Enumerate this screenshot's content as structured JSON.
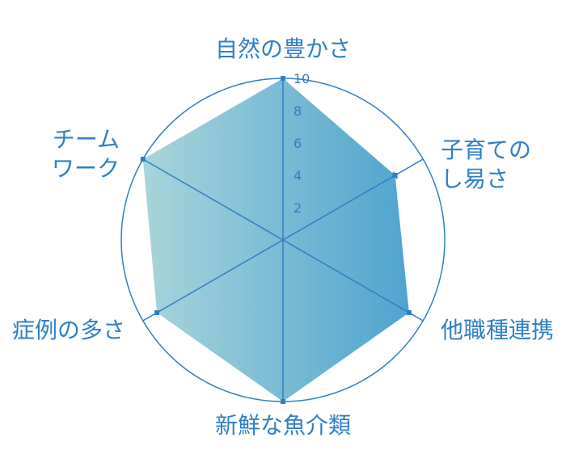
{
  "chart_data": {
    "type": "radar",
    "axes": [
      "自然の豊かさ",
      "子育てのし易さ",
      "他職種連携",
      "新鮮な魚介類",
      "症例の多さ",
      "チームワーク"
    ],
    "axis_label_lines": [
      [
        "自然の豊かさ"
      ],
      [
        "子育ての",
        "し易さ"
      ],
      [
        "他職種連携"
      ],
      [
        "新鮮な魚介類"
      ],
      [
        "症例の多さ"
      ],
      [
        "チーム",
        "ワーク"
      ]
    ],
    "values": [
      10,
      8,
      9,
      10,
      9,
      10
    ],
    "rmax": 10,
    "tick_labels": [
      "2",
      "4",
      "6",
      "8",
      "10"
    ],
    "colors": {
      "line": "#2f7fc7",
      "fill_start": "#a9d5da",
      "fill_end": "#4ea4cf",
      "text": "#2f7fc7"
    }
  }
}
